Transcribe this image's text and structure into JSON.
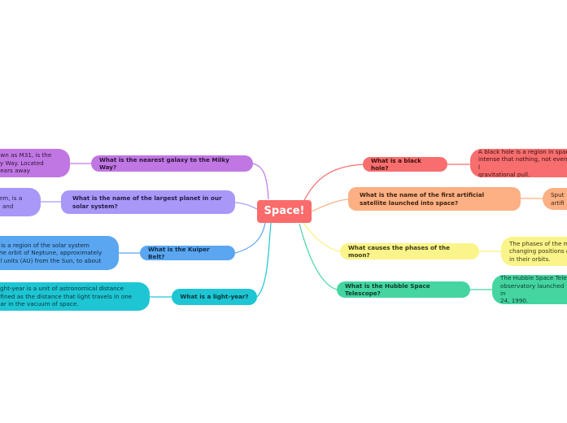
{
  "central": {
    "label": "Space!",
    "color": "#fb6b6b"
  },
  "colors": {
    "purple": "#c077e3",
    "violet": "#a998f8",
    "blue": "#5aa6f0",
    "cyan": "#1ec6d4",
    "red": "#f86e6e",
    "orange": "#fcb083",
    "yellow": "#fbf48a",
    "green": "#44d5a1"
  },
  "questions": {
    "nearest_galaxy": "What is the nearest galaxy to the Milky Way?",
    "largest_planet": "What is the name of the largest planet in our solar system?",
    "kuiper_belt": "What is the Kuiper Belt?",
    "light_year": "What is a light-year?",
    "black_hole": "What is a black hole?",
    "first_satellite": "What is the name of the first artificial satellite launched into space?",
    "moon_phases": "What causes the phases of the moon?",
    "hubble": "What is the Hubble Space Telescope?"
  },
  "answers": {
    "nearest_galaxy": "own as M31, is the\nky Way. Located\nyears away",
    "largest_planet": "tem, is a\nn and",
    "kuiper_belt": "t is a region of the solar system\nthe orbit of Neptune, approximately\nal units (AU) from the Sun, to about",
    "light_year": "light-year is a unit of astronomical distance\nefined as the distance that light travels in one\near in the vacuum of space.",
    "black_hole": "A black hole is a region in spac\nintense that nothing, not even l\ngravitational pull.",
    "first_satellite": "Sput\nartifi",
    "moon_phases": "The phases of the m\nchanging positions o\nin their orbits.",
    "hubble": "The Hubble Space Teles\nobservatory launched in\n24, 1990."
  }
}
